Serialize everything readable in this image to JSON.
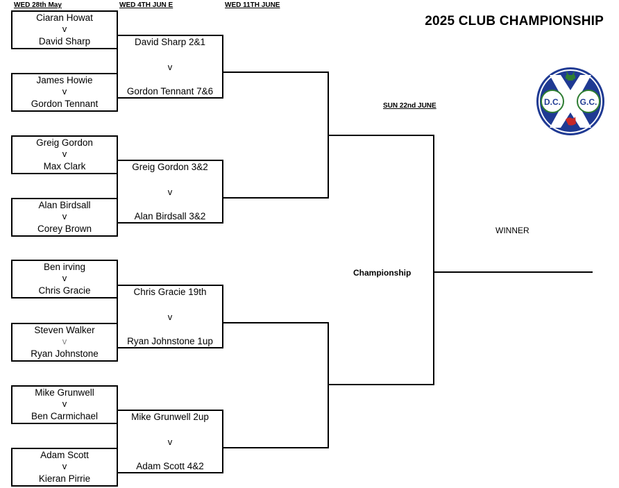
{
  "headers": {
    "round1": "WED 28th May",
    "round2": "WED 4TH JUN E",
    "round3": "WED 11TH JUNE",
    "final": "SUN 22nd JUNE"
  },
  "title": "2025 CLUB CHAMPIONSHIP",
  "logo": {
    "left": "D.C.",
    "right": "G.C."
  },
  "vs": "v",
  "round1": [
    {
      "p1": "Ciaran Howat",
      "p2": "David Sharp"
    },
    {
      "p1": "James Howie",
      "p2": "Gordon Tennant"
    },
    {
      "p1": "Greig Gordon",
      "p2": "Max Clark"
    },
    {
      "p1": "Alan Birdsall",
      "p2": "Corey Brown"
    },
    {
      "p1": "Ben irving",
      "p2": "Chris Gracie"
    },
    {
      "p1": "Steven Walker",
      "p2": "Ryan Johnstone"
    },
    {
      "p1": "Mike Grunwell",
      "p2": "Ben Carmichael"
    },
    {
      "p1": "Adam Scott",
      "p2": "Kieran Pirrie"
    }
  ],
  "round2": [
    {
      "p1": "David Sharp 2&1",
      "p2": "Gordon Tennant 7&6"
    },
    {
      "p1": "Greig Gordon 3&2",
      "p2": "Alan Birdsall 3&2"
    },
    {
      "p1": "Chris Gracie 19th",
      "p2": "Ryan Johnstone 1up"
    },
    {
      "p1": "Mike Grunwell 2up",
      "p2": "Adam Scott 4&2"
    }
  ],
  "championship_label": "Championship",
  "winner_label": "WINNER",
  "colors": {
    "logo_blue": "#1f3a93",
    "logo_green": "#2e7d32",
    "logo_red": "#c62828"
  }
}
